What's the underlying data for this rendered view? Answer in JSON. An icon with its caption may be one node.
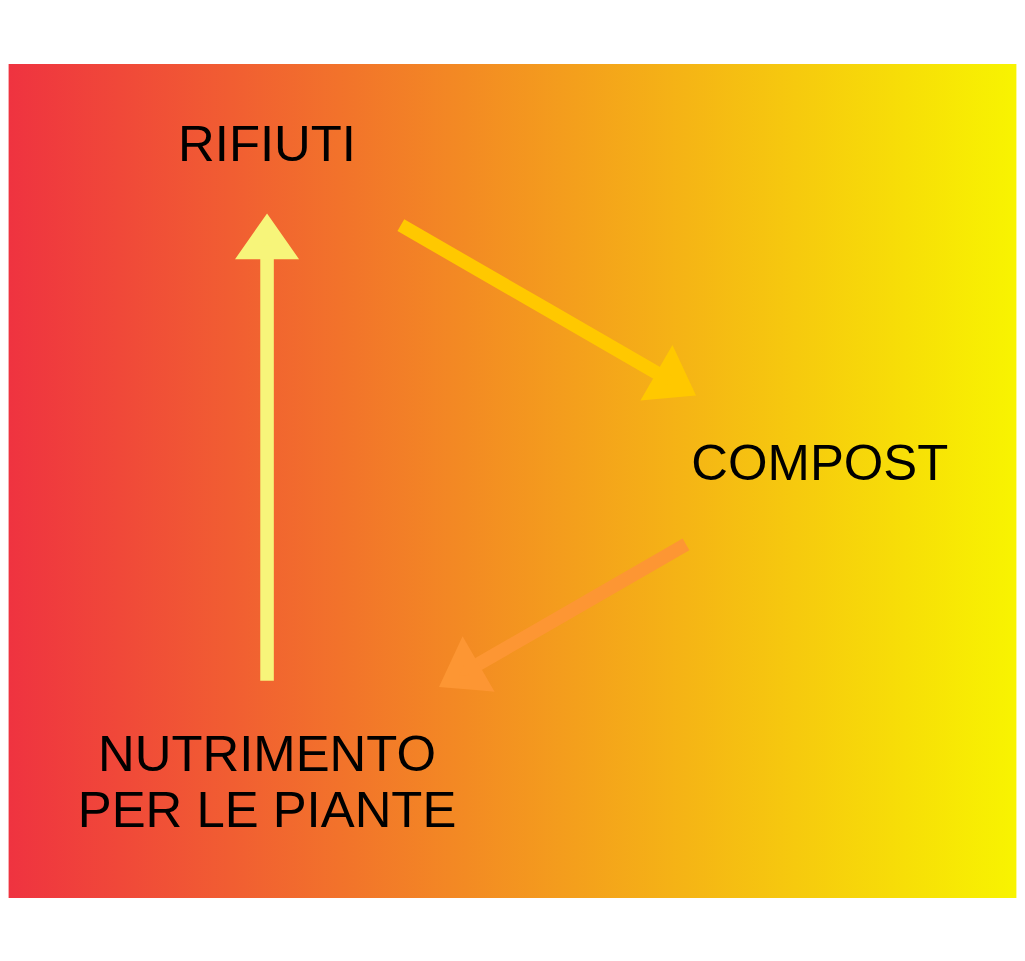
{
  "diagram": {
    "nodes": [
      {
        "text": [
          "NUTRIMENTO PER LE PIANTE"
        ]
      },
      {
        "text": [
          "RIFIUTI"
        ]
      },
      {
        "text": [
          "COMPOST"
        ]
      }
    ],
    "edges": [
      {
        "from": 0,
        "to": 1,
        "arrow": "to",
        "color": "#f7f57a"
      },
      {
        "from": 1,
        "to": 2,
        "arrow": "to",
        "color": "#ffc800"
      },
      {
        "from": 2,
        "to": 0,
        "arrow": "to",
        "color": "#fd9633"
      }
    ]
  }
}
